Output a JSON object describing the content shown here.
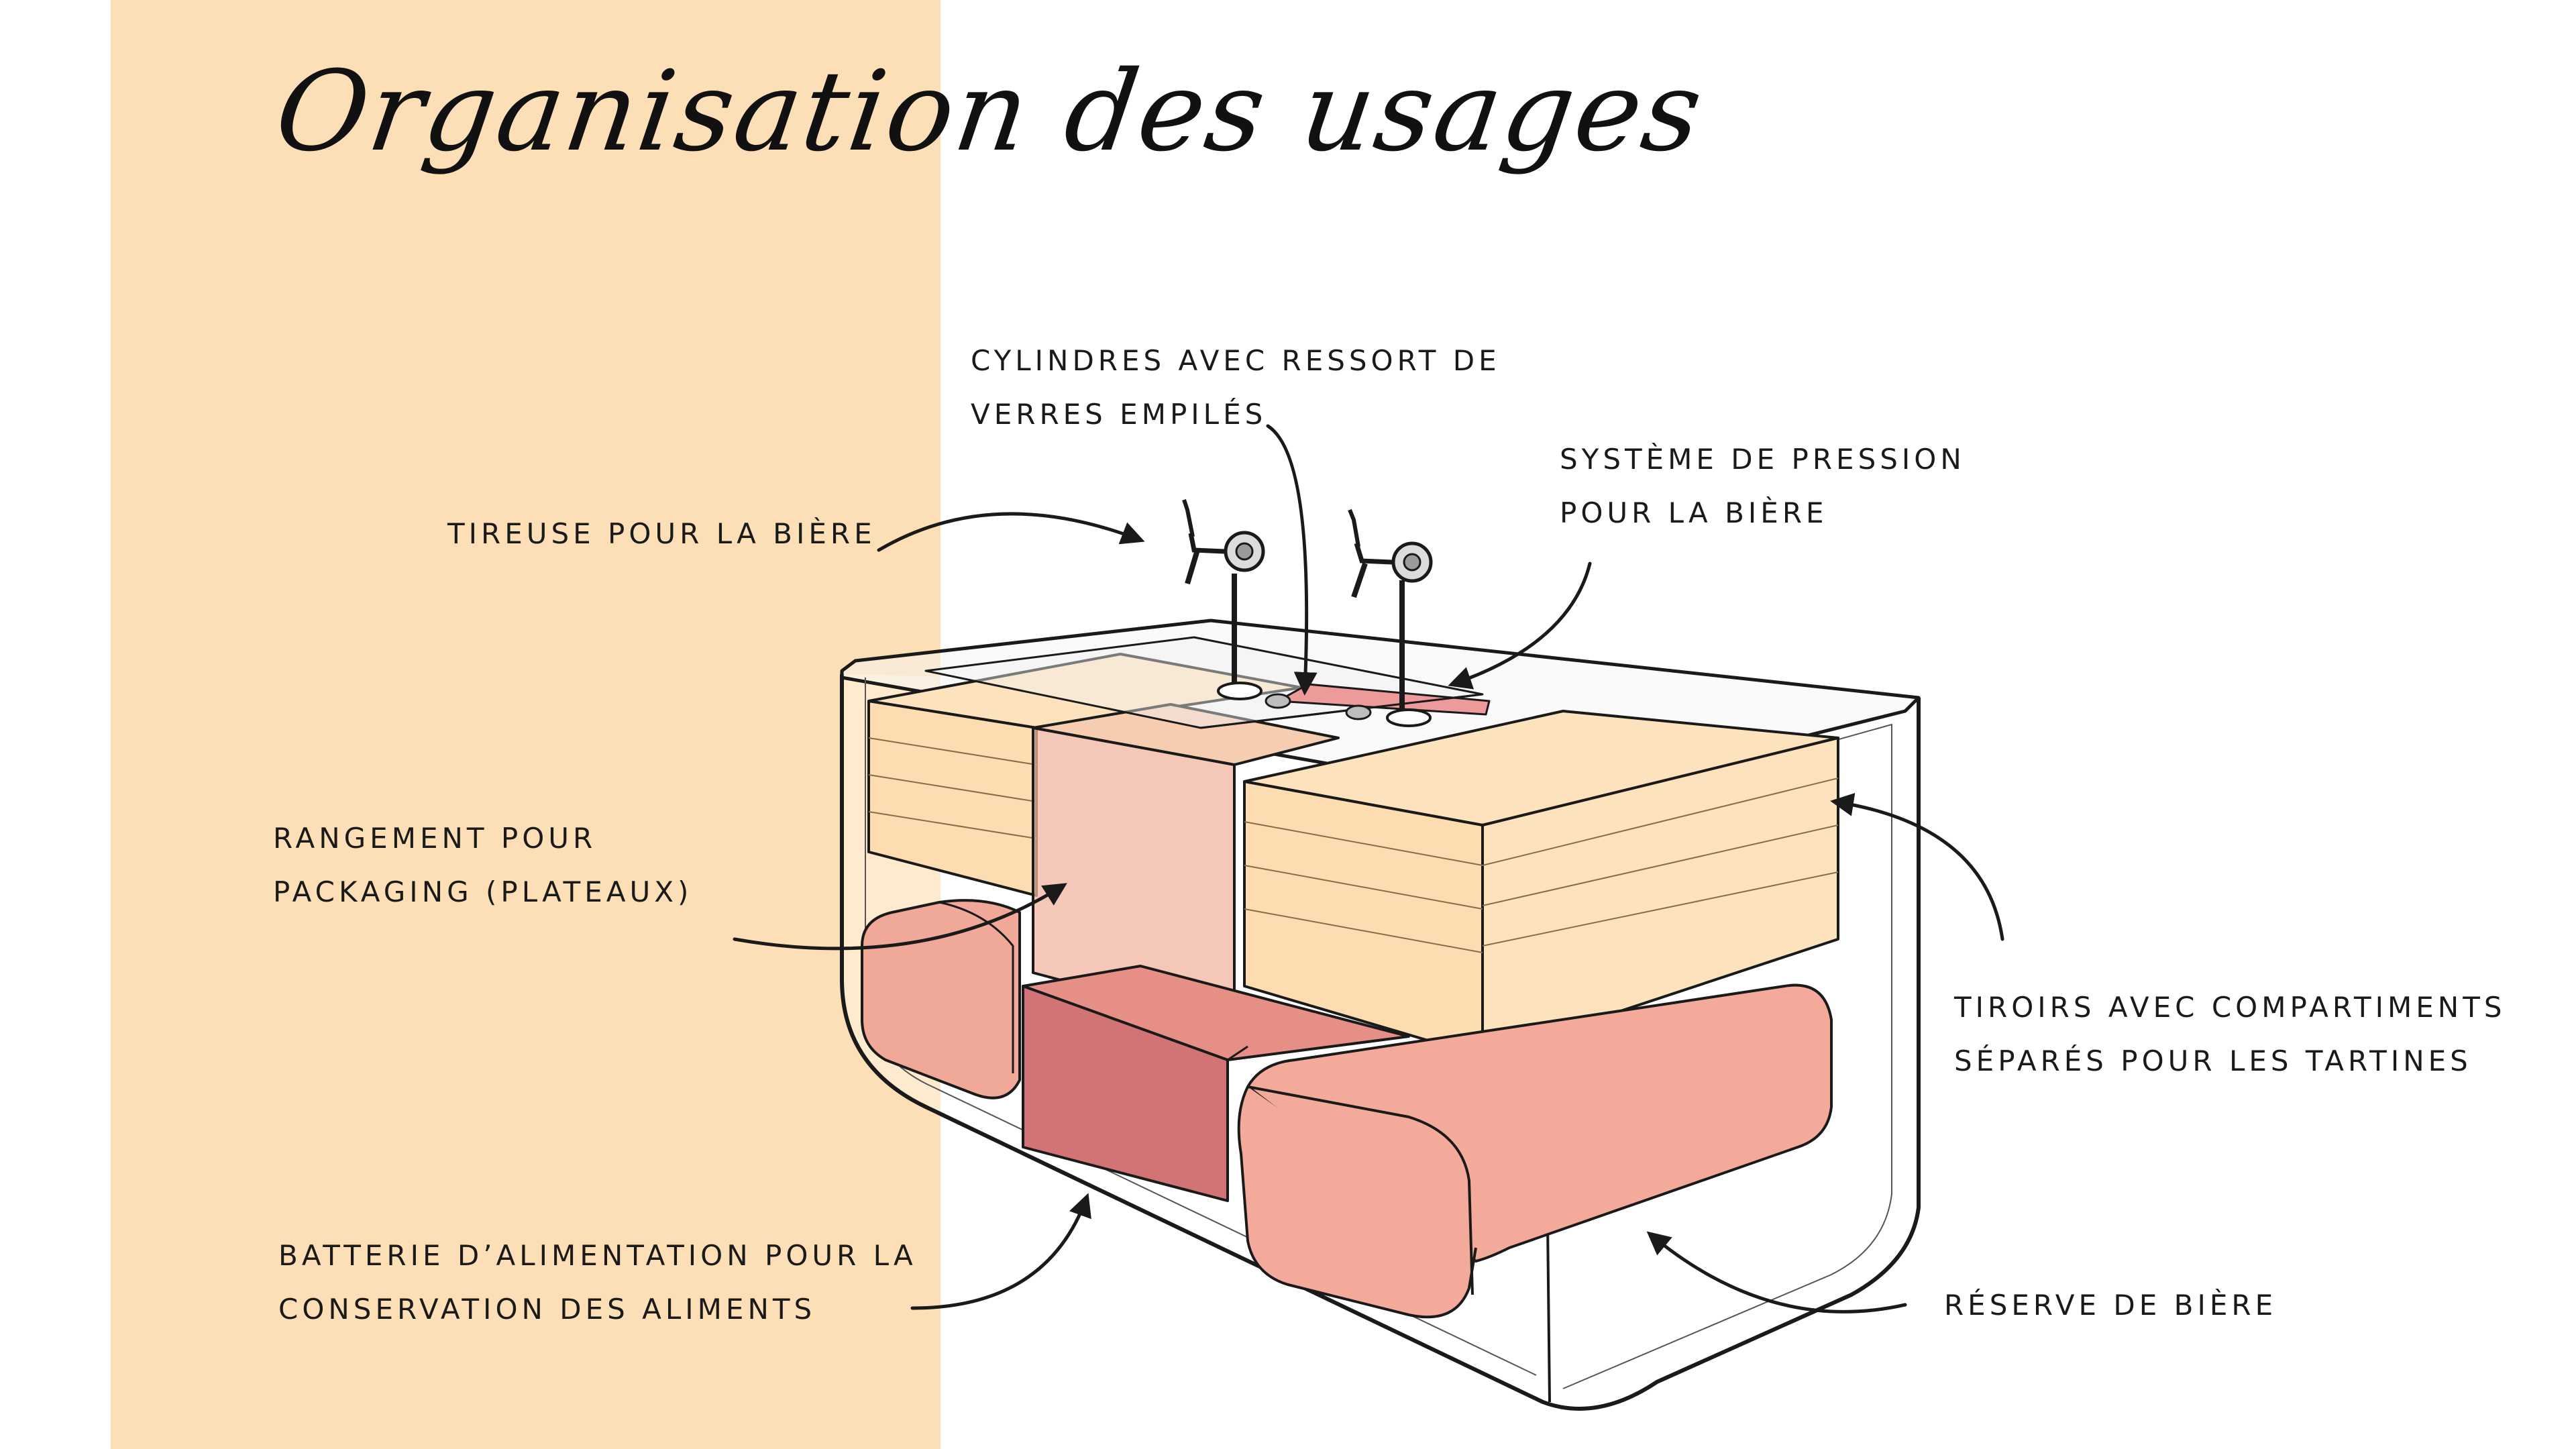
{
  "title": "Organisation des usages",
  "colors": {
    "band": "#fcdfb6",
    "wood": "#fcdcb0",
    "coral": "#f0a898",
    "coral_dark": "#d9797a",
    "line": "#1a1a1a"
  },
  "labels": {
    "tireuse": {
      "lines": [
        "TIREUSE POUR LA BIÈRE"
      ]
    },
    "cylindres": {
      "lines": [
        "CYLINDRES AVEC RESSORT DE",
        "VERRES EMPILÉS"
      ]
    },
    "pression": {
      "lines": [
        "SYSTÈME DE PRESSION",
        "POUR LA BIÈRE"
      ]
    },
    "rangement": {
      "lines": [
        "RANGEMENT POUR",
        "PACKAGING (PLATEAUX)"
      ]
    },
    "tiroirs": {
      "lines": [
        "TIROIRS AVEC COMPARTIMENTS",
        "SÉPARÉS POUR LES TARTINES"
      ]
    },
    "batterie": {
      "lines": [
        "BATTERIE D’ALIMENTATION POUR LA",
        "CONSERVATION DES ALIMENTS"
      ]
    },
    "reserve": {
      "lines": [
        "RÉSERVE DE BIÈRE"
      ]
    }
  }
}
